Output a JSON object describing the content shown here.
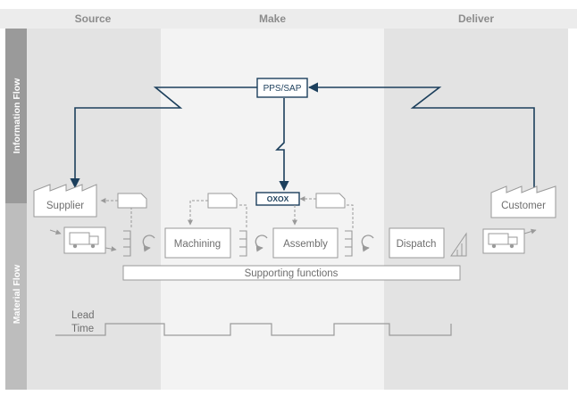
{
  "columns": {
    "source": "Source",
    "make": "Make",
    "deliver": "Deliver"
  },
  "rows": {
    "information_flow": "Information Flow",
    "material_flow": "Material Flow"
  },
  "nodes": {
    "pps_sap": "PPS/SAP",
    "oxox": "OXOX",
    "supplier": "Supplier",
    "customer": "Customer",
    "machining": "Machining",
    "assembly": "Assembly",
    "dispatch": "Dispatch",
    "supporting_functions": "Supporting functions"
  },
  "lead_time": {
    "line1": "Lead",
    "line2": "Time"
  },
  "colors": {
    "header_band": "#ececec",
    "side_dark": "#9a9a9a",
    "side_light": "#bdbdbd",
    "zone_gray": "#e3e3e3",
    "zone_light": "#f3f3f3",
    "info_line": "#1c3f5c",
    "box_border": "#9a9a9a"
  }
}
